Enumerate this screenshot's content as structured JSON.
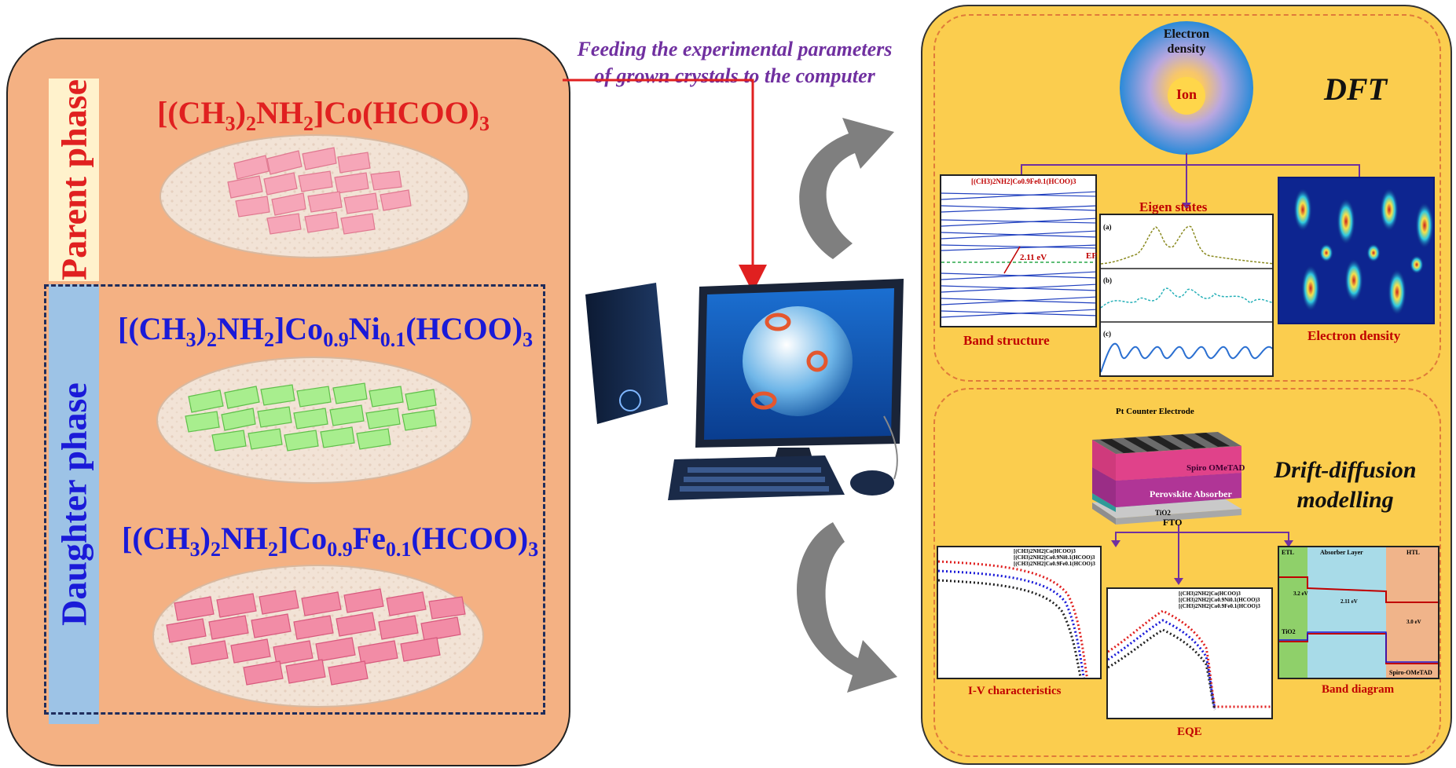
{
  "left": {
    "parent_label": "Parent phase",
    "daughter_label": "Daughter phase",
    "formula_parent": {
      "base": "[(CH",
      "s1": "3",
      "mid1": ")",
      "s2": "2",
      "mid2": "NH",
      "s3": "2",
      "tail": "]Co(HCOO)",
      "s4": "3"
    },
    "formula_ni": {
      "base": "[(CH",
      "s1": "3",
      "mid1": ")",
      "s2": "2",
      "mid2": "NH",
      "s3": "2",
      "mid3": "]Co",
      "s4": "0.9",
      "mid4": "Ni",
      "s5": "0.1",
      "tail": "(HCOO)",
      "s6": "3"
    },
    "formula_fe": {
      "base": "[(CH",
      "s1": "3",
      "mid1": ")",
      "s2": "2",
      "mid2": "NH",
      "s3": "2",
      "mid3": "]Co",
      "s4": "0.9",
      "mid4": "Fe",
      "s5": "0.1",
      "tail": "(HCOO)",
      "s6": "3"
    }
  },
  "arrow_text": {
    "line1": "Feeding the experimental parameters",
    "line2": "of grown crystals to the computer"
  },
  "dft": {
    "title": "DFT",
    "electron_density_label": "Electron density",
    "ion_label": "Ion",
    "band_inset_title": "[(CH3)2NH2]Co0.9Fe0.1(HCOO)3",
    "band_gap": "2.11 eV",
    "ef_label": "EF",
    "eigen_title": "Eigen states",
    "eigen_panels": [
      "(a)",
      "(b)",
      "(c)"
    ],
    "captions": {
      "band": "Band structure",
      "density": "Electron density"
    }
  },
  "dd": {
    "title_line1": "Drift-diffusion",
    "title_line2": "modelling",
    "layers": {
      "pt": "Pt Counter Electrode",
      "spiro": "Spiro OMeTAD",
      "perovskite": "Perovskite Absorber",
      "tio2": "TiO2",
      "fto": "FTO"
    },
    "captions": {
      "iv": "I-V characteristics",
      "eqe": "EQE",
      "band": "Band diagram"
    },
    "band_labels": {
      "etl": "ETL",
      "absorber": "Absorber Layer",
      "htl": "HTL",
      "tio2": "TiO2",
      "spiro": "Spiro-OMeTAD",
      "gap_a": "3.2 eV",
      "gap_b": "2.11 eV",
      "gap_c": "3.0 eV"
    },
    "legend": [
      "[(CH3)2NH2]Co(HCOO)3",
      "[(CH3)2NH2]Co0.9Ni0.1(HCOO)3",
      "[(CH3)2NH2]Co0.9Fe0.1(HCOO)3"
    ]
  },
  "colors": {
    "parent_formula": "#e02020",
    "daughter_formula": "#1a1ad8",
    "arrow": "#e02020",
    "callout": "#7030a0",
    "caption": "#c00000"
  }
}
